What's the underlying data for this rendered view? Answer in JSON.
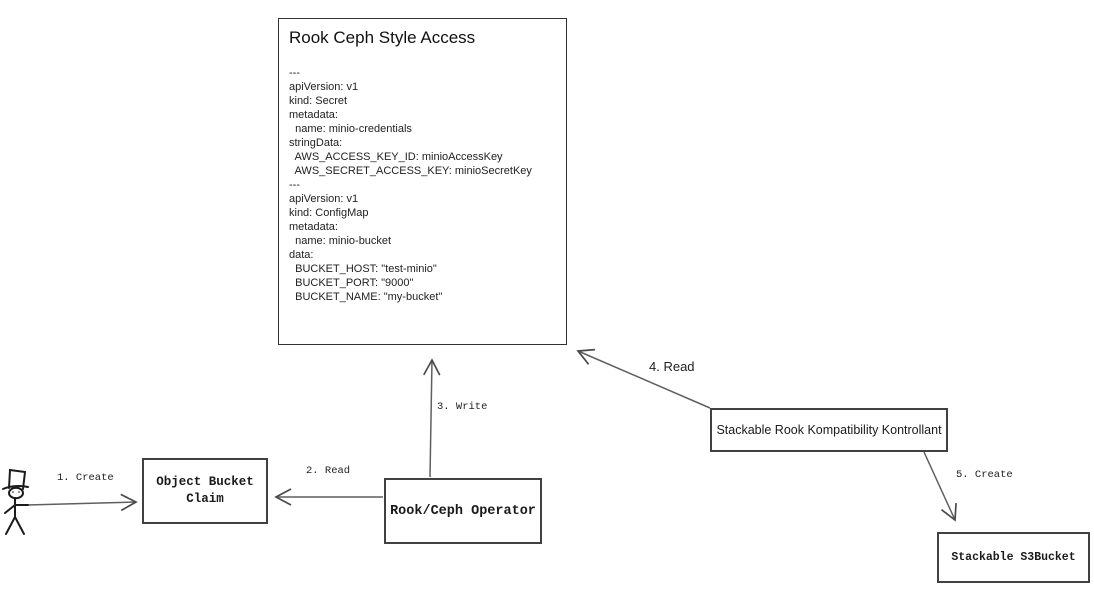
{
  "diagram": {
    "rook_box": {
      "title": "Rook Ceph Style Access",
      "lines": [
        "---",
        "apiVersion: v1",
        "kind: Secret",
        "metadata:",
        "  name: minio-credentials",
        "stringData:",
        "  AWS_ACCESS_KEY_ID: minioAccessKey",
        "  AWS_SECRET_ACCESS_KEY: minioSecretKey",
        "---",
        "apiVersion: v1",
        "kind: ConfigMap",
        "metadata:",
        "  name: minio-bucket",
        "data:",
        "  BUCKET_HOST: \"test-minio\"",
        "  BUCKET_PORT: \"9000\"",
        "  BUCKET_NAME: \"my-bucket\""
      ]
    },
    "nodes": {
      "object_bucket_claim": {
        "label": "Object Bucket Claim"
      },
      "rook_ceph_operator": {
        "label": "Rook/Ceph Operator"
      },
      "stackable_kontrollant": {
        "label": "Stackable Rook Kompatibility Kontrollant"
      },
      "stackable_s3bucket": {
        "label": "Stackable S3Bucket"
      }
    },
    "edges": {
      "create_claim": {
        "label": "1. Create"
      },
      "read_claim": {
        "label": "2. Read"
      },
      "write_manifests": {
        "label": "3. Write"
      },
      "read_manifests": {
        "label": "4. Read"
      },
      "create_s3bucket": {
        "label": "5. Create"
      }
    },
    "actor": {
      "icon": "stick-figure-top-hat-icon"
    },
    "colors": {
      "background": "#ffffff",
      "box_border": "#414141",
      "arrow_stroke": "#5f5f5f",
      "arrowhead_stroke": "#4a4a4a",
      "text": "#1a1a1a"
    }
  }
}
